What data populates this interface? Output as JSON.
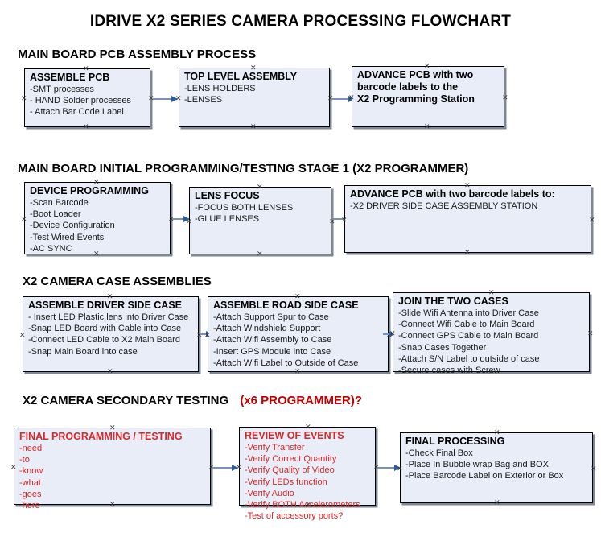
{
  "document": {
    "title": "IDRIVE X2  SERIES CAMERA PROCESSING FLOWCHART"
  },
  "colors": {
    "box_fill": "#e8edf7",
    "box_border": "#000000",
    "box_shadow": "#7d8796",
    "arrow": "#2b5f9e",
    "text": "#000000",
    "accent_red": "#c00000",
    "red_box_text": "#d42a2a"
  },
  "sections": [
    {
      "heading": "MAIN BOARD PCB ASSEMBLY PROCESS",
      "heading_accent": "",
      "boxes": [
        {
          "title": "ASSEMBLE PCB",
          "items": [
            "-SMT processes",
            "- HAND Solder processes",
            "- Attach Bar Code Label"
          ]
        },
        {
          "title": "TOP LEVEL ASSEMBLY",
          "items": [
            "-LENS HOLDERS",
            "-LENSES"
          ]
        },
        {
          "title": "ADVANCE PCB with two",
          "title_line2": "barcode labels to the",
          "title_line3": "X2 Programming Station",
          "items": []
        }
      ]
    },
    {
      "heading": "MAIN BOARD INITIAL PROGRAMMING/TESTING STAGE 1 (X2 PROGRAMMER)",
      "heading_accent": "",
      "boxes": [
        {
          "title": "DEVICE PROGRAMMING",
          "items": [
            "-Scan Barcode",
            "-Boot Loader",
            "-Device Configuration",
            "-Test Wired Events",
            "-AC SYNC"
          ]
        },
        {
          "title": "LENS FOCUS",
          "items": [
            "-FOCUS BOTH LENSES",
            "-GLUE LENSES"
          ]
        },
        {
          "title": "ADVANCE PCB with two barcode labels to:",
          "items": [
            "-X2 DRIVER  SIDE  CASE  ASSEMBLY STATION"
          ]
        }
      ]
    },
    {
      "heading": "X2 CAMERA CASE ASSEMBLIES",
      "heading_accent": "",
      "boxes": [
        {
          "title": "ASSEMBLE DRIVER SIDE CASE",
          "items": [
            "- Insert LED Plastic lens into Driver Case",
            "-Snap LED Board with Cable into Case",
            "-Connect LED Cable to X2 Main Board",
            "-Snap Main Board into case"
          ]
        },
        {
          "title": "ASSEMBLE ROAD SIDE CASE",
          "items": [
            "-Attach Support Spur to Case",
            "-Attach Windshield Support",
            "-Attach Wifi Assembly to Case",
            "-Insert GPS Module into Case",
            "-Attach Wifi Label to Outside of Case"
          ]
        },
        {
          "title": "JOIN THE TWO CASES",
          "items": [
            "-Slide Wifi Antenna into Driver Case",
            "-Connect Wifi Cable to Main Board",
            "-Connect GPS Cable to Main Board",
            "-Snap Cases Together",
            "-Attach S/N Label to outside of case",
            "-Secure cases with Screw"
          ]
        }
      ]
    },
    {
      "heading": "X2 CAMERA SECONDARY TESTING",
      "heading_accent": "(x6 PROGRAMMER)?",
      "boxes": [
        {
          "title": "FINAL PROGRAMMING / TESTING",
          "items": [
            "-need",
            "-to",
            "-know",
            "-what",
            "-goes",
            "-here"
          ]
        },
        {
          "title": "REVIEW OF EVENTS",
          "items": [
            "-Verify Transfer",
            "-Verify Correct Quantity",
            "-Verify Quality of Video",
            "-Verify LEDs function",
            "-Verify Audio",
            "-Verify BOTH Accelerometers",
            "-Test of accessory ports?"
          ]
        },
        {
          "title": "FINAL PROCESSING",
          "items": [
            " -Check Final Box",
            "-Place In Bubble wrap Bag and BOX",
            "-Place Barcode Label on Exterior or Box"
          ]
        }
      ]
    }
  ]
}
